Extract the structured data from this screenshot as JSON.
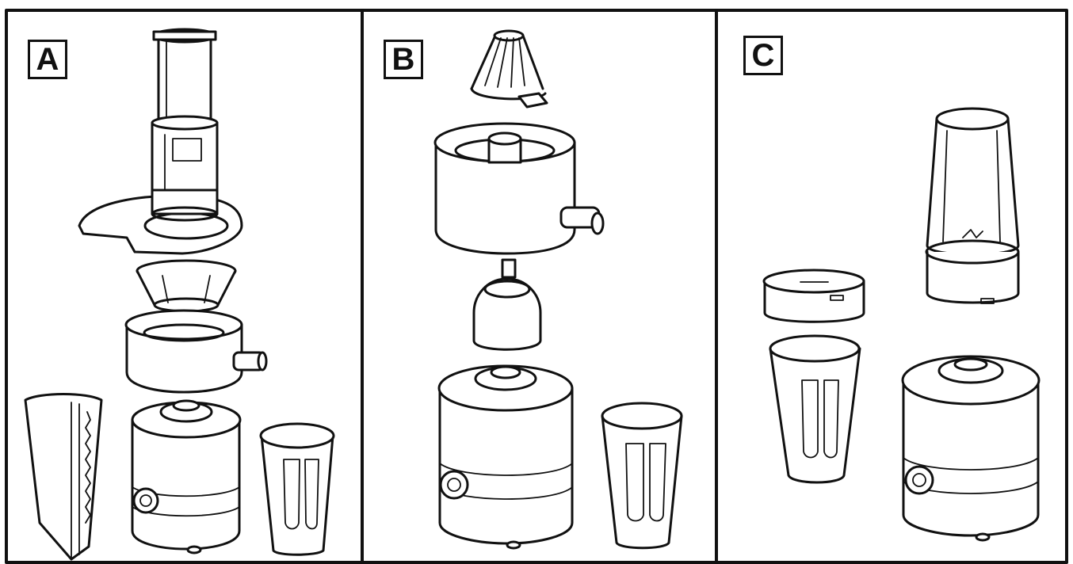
{
  "panels": [
    {
      "id": "A",
      "label": "A"
    },
    {
      "id": "B",
      "label": "B"
    },
    {
      "id": "C",
      "label": "C"
    }
  ],
  "colors": {
    "line": "#111111",
    "background": "#ffffff"
  }
}
